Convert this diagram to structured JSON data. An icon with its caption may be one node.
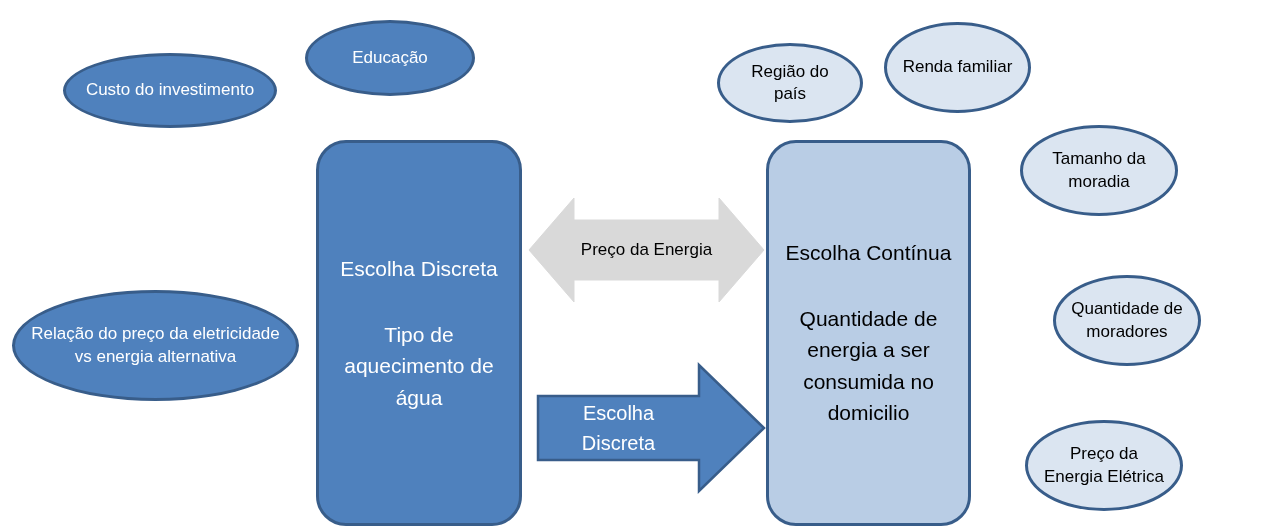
{
  "diagram": {
    "nodes": [
      {
        "text": [
          "Custo do investimento"
        ]
      },
      {
        "text": [
          "Educação"
        ]
      },
      {
        "text": [
          "Relação do preço da eletricidade vs energia alternativa"
        ]
      },
      {
        "text": [
          "Escolha Discreta",
          "Tipo de aquecimento de água"
        ]
      },
      {
        "text": [
          "Escolha Contínua",
          "Quantidade de energia a ser consumida no domicilio"
        ]
      },
      {
        "text": [
          "Região do país"
        ]
      },
      {
        "text": [
          "Renda familiar"
        ]
      },
      {
        "text": [
          "Tamanho da moradia"
        ]
      },
      {
        "text": [
          "Quantidade de moradores"
        ]
      },
      {
        "text": [
          "Preço da Energia Elétrica"
        ]
      }
    ],
    "edges": [
      {
        "from": 3,
        "to": 4,
        "arrow": "both",
        "label": "Preço da Energia",
        "style": "thick",
        "color": "#d9d9d9"
      },
      {
        "from": 3,
        "to": 4,
        "arrow": "to",
        "label": "Escolha Discreta",
        "style": "thick",
        "color": "#4f81bd"
      }
    ]
  }
}
